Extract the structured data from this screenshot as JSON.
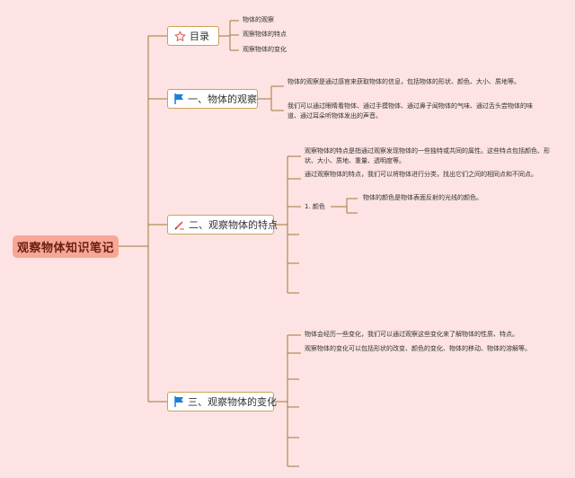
{
  "root": {
    "title": "观察物体知识笔记"
  },
  "branches": {
    "toc": {
      "label": "目录",
      "icon": "star-icon",
      "items": [
        "物体的观察",
        "观察物体的特点",
        "观察物体的变化"
      ]
    },
    "b1": {
      "label": "一、物体的观察",
      "icon": "flag-icon",
      "notes": [
        "物体的观察是通过感官来获取物体的信息，包括物体的形状、颜色、大小、质地等。",
        "我们可以通过眼睛看物体、通过手摸物体、通过鼻子闻物体的气味、通过舌头尝物体的味道、通过耳朵听物体发出的声音。"
      ]
    },
    "b2": {
      "label": "二、观察物体的特点",
      "icon": "pencil-icon",
      "notes": [
        "观察物体的特点是指通过观察发现物体的一些独特或共同的属性。这些特点包括颜色、形状、大小、质地、重量、透明度等。",
        "通过观察物体的特点，我们可以将物体进行分类，找出它们之间的相同点和不同点。"
      ],
      "sub": {
        "label": "1. 颜色",
        "note": "物体的颜色是物体表面反射的光线的颜色。"
      }
    },
    "b3": {
      "label": "三、观察物体的变化",
      "icon": "flag-icon",
      "notes": [
        "物体会经历一些变化，我们可以通过观察这些变化来了解物体的性质、特点。",
        "观察物体的变化可以包括形状的改变、颜色的变化、物体的移动、物体的溶解等。"
      ]
    }
  },
  "colors": {
    "line": "#a07a3a",
    "root_bg": "#f8a796",
    "background": "#fde3e3",
    "flag": "#1e7fd6",
    "star": "#e05050"
  }
}
